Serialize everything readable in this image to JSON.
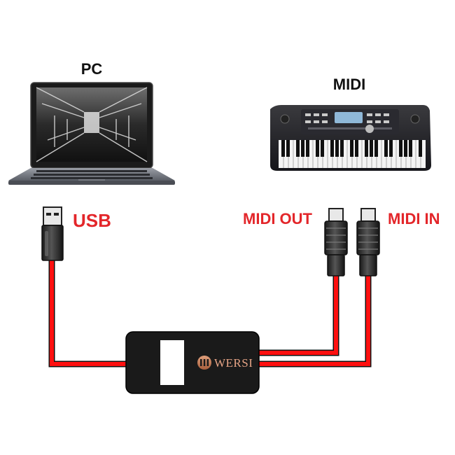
{
  "labels": {
    "pc": "PC",
    "midi": "MIDI",
    "usb": "USB",
    "midi_out": "MIDI OUT",
    "midi_in": "MIDI IN"
  },
  "interface_box": {
    "brand": "WERSI",
    "logo": "wersi-logo"
  },
  "colors": {
    "cable_red": "#ff1010",
    "label_red": "#e3262a",
    "label_black": "#111111",
    "box": "#1a1a1a",
    "brand_copper": "#c87a56"
  },
  "icons": {
    "laptop": "laptop-icon",
    "keyboard": "midi-keyboard-icon",
    "usb_plug": "usb-plug-icon",
    "midi_plug": "midi-din-plug-icon"
  }
}
